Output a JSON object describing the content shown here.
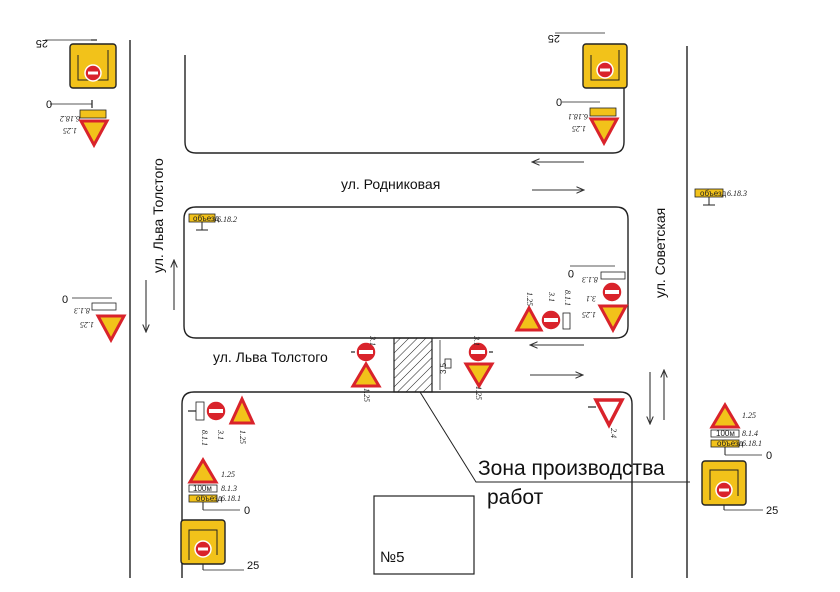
{
  "streets": {
    "rodnikovaya": "ул. Родниковая",
    "lva_tolstogo_horizontal": "ул. Льва Толстого",
    "lva_tolstogo_vertical": "ул. Льва Толстого",
    "sovetskaya": "ул. Советская"
  },
  "work_zone": {
    "label_line1": "Зона производства",
    "label_line2": "работ",
    "width_label": "3.5"
  },
  "building": {
    "label": "№5"
  },
  "sign_codes": {
    "repair": "1.25",
    "no_entry": "3.1",
    "yield": "2.4",
    "distance_plate": "8.1.3",
    "distance_plate_2": "8.1.1",
    "detour_plate": "8.1.4",
    "detour_1": "6.18.1",
    "detour_2": "6.18.2",
    "detour_3": "6.18.3",
    "detour_arrow_text": "объезд",
    "distance_text": "100м"
  },
  "distances": {
    "zero": "0",
    "twenty_five": "25"
  },
  "colors": {
    "sign_red": "#d9232b",
    "sign_yellow": "#f2c21a",
    "road_line": "#222222"
  }
}
